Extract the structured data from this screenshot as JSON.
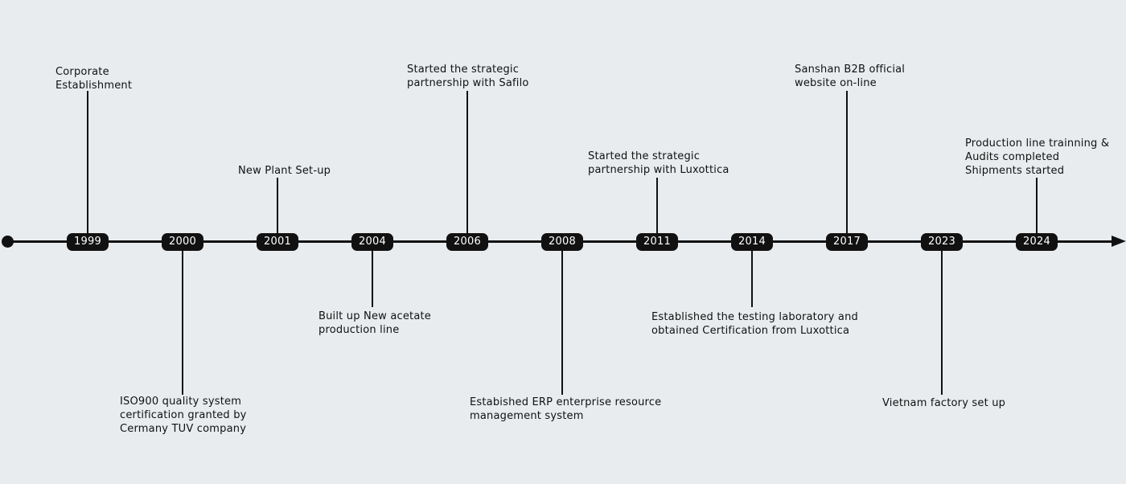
{
  "milestones": [
    {
      "year": "1999",
      "text": "Corporate\nEstablishment"
    },
    {
      "year": "2000",
      "text": "ISO900 quality system\ncertification granted by\nCermany TUV company"
    },
    {
      "year": "2001",
      "text": "New Plant Set-up"
    },
    {
      "year": "2004",
      "text": "Built up New acetate\nproduction line"
    },
    {
      "year": "2006",
      "text": "Started the strategic\npartnership with Safilo"
    },
    {
      "year": "2008",
      "text": "Estabished ERP enterprise resource\nmanagement system"
    },
    {
      "year": "2011",
      "text": "Started the strategic\npartnership with Luxottica"
    },
    {
      "year": "2014",
      "text": "Established the testing laboratory and\nobtained Certification from Luxottica"
    },
    {
      "year": "2017",
      "text": "Sanshan B2B official\nwebsite on-line"
    },
    {
      "year": "2023",
      "text": "Vietnam factory set up"
    },
    {
      "year": "2024",
      "text": "Production line trainning &\nAudits completed\nShipments started"
    }
  ]
}
